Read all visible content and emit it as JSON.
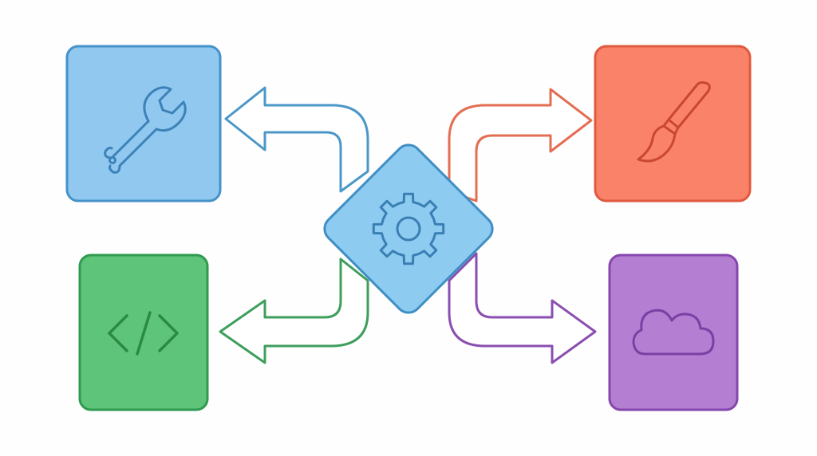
{
  "diagram": {
    "hub": {
      "icon": "gear-icon",
      "fill": "#8ecbf0",
      "stroke": "#3f8fc4",
      "icon_color": "#3a7fb4"
    },
    "nodes": [
      {
        "id": "tools",
        "icon": "wrench-icon",
        "fill": "#90c8f0",
        "stroke": "#4592c9",
        "icon_color": "#3c82b8",
        "arrow_color": "#4b97c8"
      },
      {
        "id": "design",
        "icon": "paintbrush-icon",
        "fill": "#fa8269",
        "stroke": "#e0593f",
        "icon_color": "#c9472f",
        "arrow_color": "#e46e53"
      },
      {
        "id": "code",
        "icon": "code-icon",
        "fill": "#5ec47a",
        "stroke": "#2f9a4f",
        "icon_color": "#2a8a45",
        "arrow_color": "#3e9e5c"
      },
      {
        "id": "cloud",
        "icon": "cloud-icon",
        "fill": "#b47fd3",
        "stroke": "#8547ad",
        "icon_color": "#7c3fa3",
        "arrow_color": "#8a4fb0"
      }
    ]
  }
}
